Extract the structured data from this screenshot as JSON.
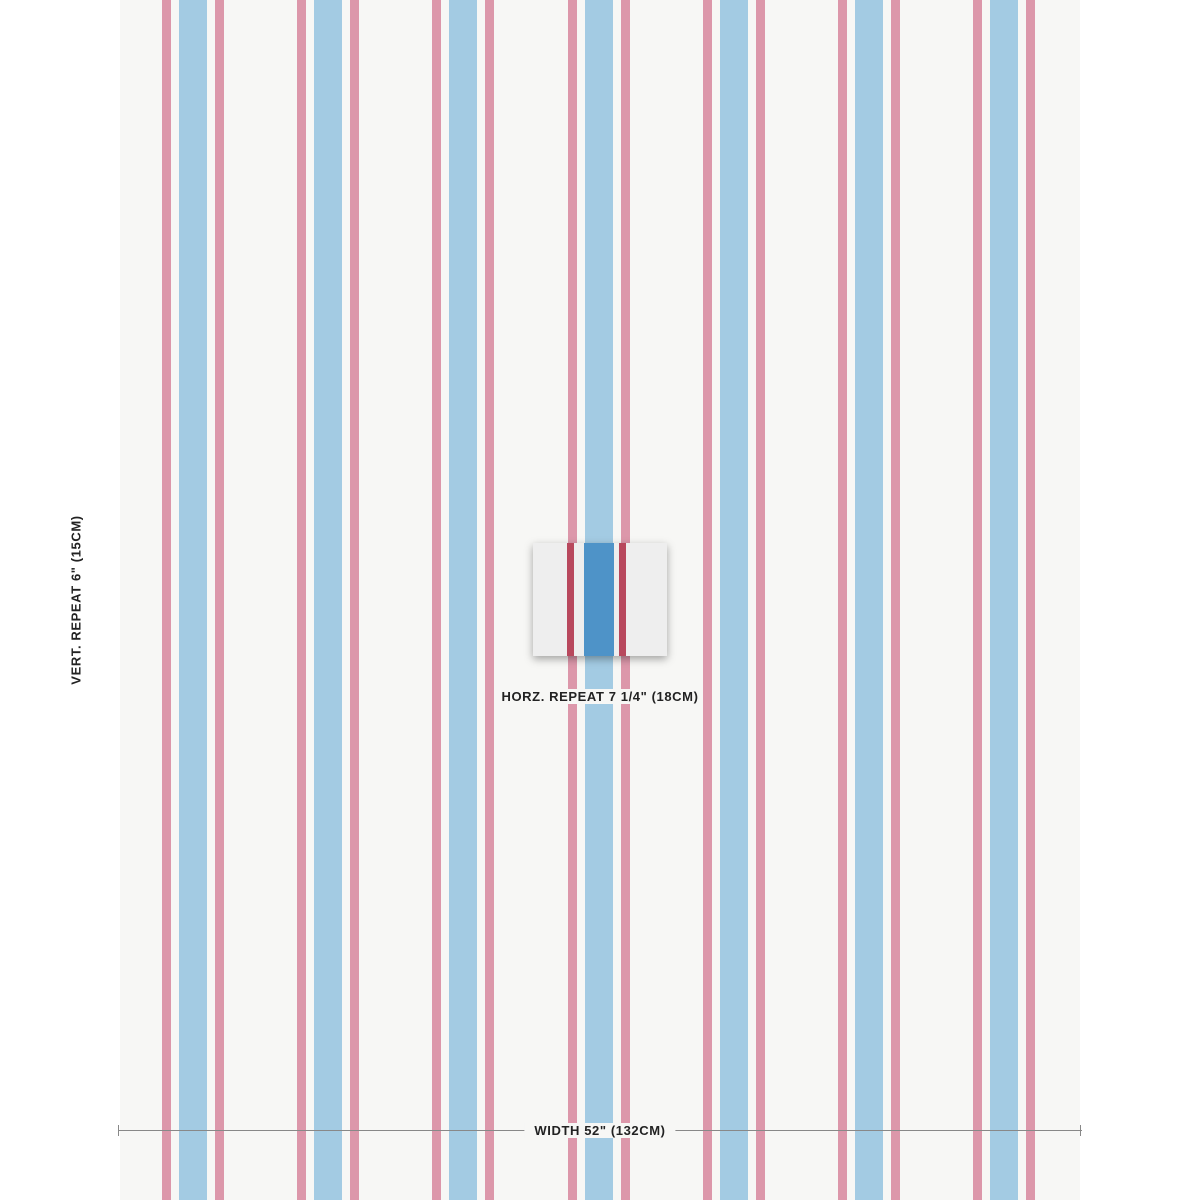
{
  "colors": {
    "ground": "#f7f7f5",
    "blue_stripe": "#a3cbe3",
    "pink_stripe": "#dc97aa",
    "swatch_blue": "#4e93c8",
    "swatch_red": "#b8485d",
    "swatch_ground": "#eeeeee"
  },
  "labels": {
    "vertical_repeat": "VERT. REPEAT 6\" (15CM)",
    "horizontal_repeat": "HORZ. REPEAT 7 1/4\" (18CM)",
    "width": "WIDTH 52\" (132CM)"
  },
  "pattern": {
    "stripe_sequence": [
      "pink",
      "blue",
      "pink"
    ],
    "repeats_across_width": 7
  }
}
